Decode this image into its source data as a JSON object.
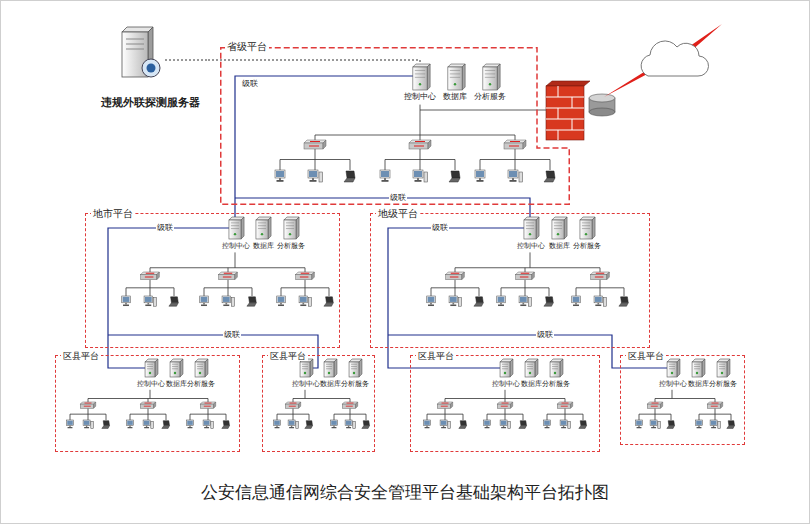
{
  "diagram": {
    "caption": "公安信息通信网综合安全管理平台基础架构平台拓扑图",
    "nodes": [
      {
        "text": [
          "违规外联探测服务器"
        ]
      },
      {
        "text": [
          "省级平台",
          "控制中心",
          "数据库",
          "分析服务"
        ]
      },
      {
        "text": [
          "地市平台",
          "控制中心",
          "数据库",
          "分析服务"
        ]
      },
      {
        "text": [
          "地级平台",
          "控制中心",
          "数据库",
          "分析服务"
        ]
      },
      {
        "text": [
          "区县平台",
          "控制中心",
          "数据库",
          "分析服务"
        ]
      },
      {
        "text": [
          "区县平台",
          "控制中心",
          "数据库",
          "分析服务"
        ]
      },
      {
        "text": [
          "区县平台",
          "控制中心",
          "数据库",
          "分析服务"
        ]
      },
      {
        "text": [
          "区县平台",
          "控制中心",
          "数据库",
          "分析服务"
        ]
      }
    ],
    "edges": [
      {
        "from": 0,
        "to": 1,
        "arrow": "none"
      },
      {
        "from": 1,
        "to": 2,
        "arrow": "none",
        "label": "级联"
      },
      {
        "from": 1,
        "to": 3,
        "arrow": "none",
        "label": "级联"
      },
      {
        "from": 2,
        "to": 4,
        "arrow": "none",
        "label": "级联"
      },
      {
        "from": 2,
        "to": 5,
        "arrow": "none",
        "label": "级联"
      },
      {
        "from": 3,
        "to": 6,
        "arrow": "none",
        "label": "级联"
      },
      {
        "from": 3,
        "to": 7,
        "arrow": "none",
        "label": "级联"
      }
    ]
  }
}
